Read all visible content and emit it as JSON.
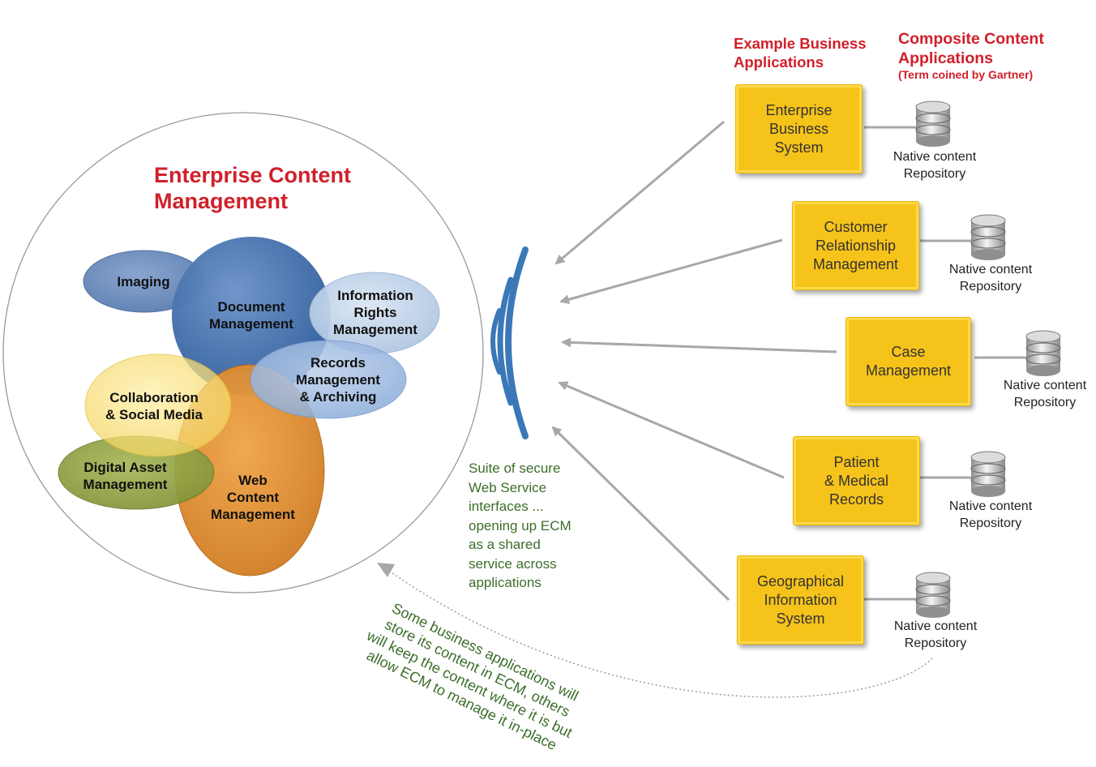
{
  "headers": {
    "example_business": "Example Business\nApplications",
    "composite_content": "Composite Content\nApplications",
    "gartner_note": "(Term coined by Gartner)"
  },
  "ecm": {
    "title": "Enterprise Content\nManagement",
    "bubbles": {
      "imaging": "Imaging",
      "document_management": "Document\nManagement",
      "information_rights": "Information\nRights\nManagement",
      "records_management": "Records\nManagement\n& Archiving",
      "collaboration": "Collaboration\n& Social Media",
      "digital_asset": "Digital Asset\nManagement",
      "web_content": "Web\nContent\nManagement"
    }
  },
  "apps": [
    {
      "label": "Enterprise\nBusiness\nSystem",
      "repo": "Native content\nRepository"
    },
    {
      "label": "Customer\nRelationship\nManagement",
      "repo": "Native content\nRepository"
    },
    {
      "label": "Case\nManagement",
      "repo": "Native content\nRepository"
    },
    {
      "label": "Patient\n& Medical\nRecords",
      "repo": "Native content\nRepository"
    },
    {
      "label": "Geographical\nInformation\nSystem",
      "repo": "Native content\nRepository"
    }
  ],
  "service_note": "Suite of secure\nWeb Service\ninterfaces ...\nopening up ECM\nas a shared\nservice across\napplications",
  "storage_note": "Some business applications will\nstore its content in ECM, others\nwill keep the content where it is but\nallow ECM to manage it in-place",
  "colors": {
    "heading_red": "#d0202a",
    "app_yellow": "#f6c31a",
    "note_green": "#3c6e2a",
    "signal_blue": "#3b78b8"
  }
}
